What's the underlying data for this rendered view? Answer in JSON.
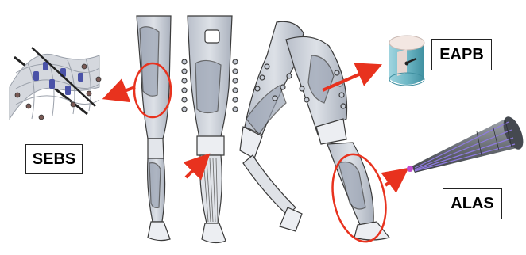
{
  "labels": {
    "sebs": "SEBS",
    "eapb": "EAPB",
    "alas": "ALAS"
  },
  "colors": {
    "arrow": "#e8321e",
    "ellipse": "#e8321e",
    "leg_fill": "#c9ced6",
    "leg_line": "#3a3a3a",
    "muscle": "#9aa3b3",
    "cylinder_body": "#6fb8c6",
    "cylinder_top": "#f3e7e2",
    "cone": "#6d7178",
    "cone_wire": "#8f7be0",
    "grid": "#b8bcc4",
    "grid_pad": "#4a52a8"
  },
  "icons": [
    "sebs-mesh-icon",
    "eapb-cylinder-icon",
    "alas-cone-icon"
  ]
}
